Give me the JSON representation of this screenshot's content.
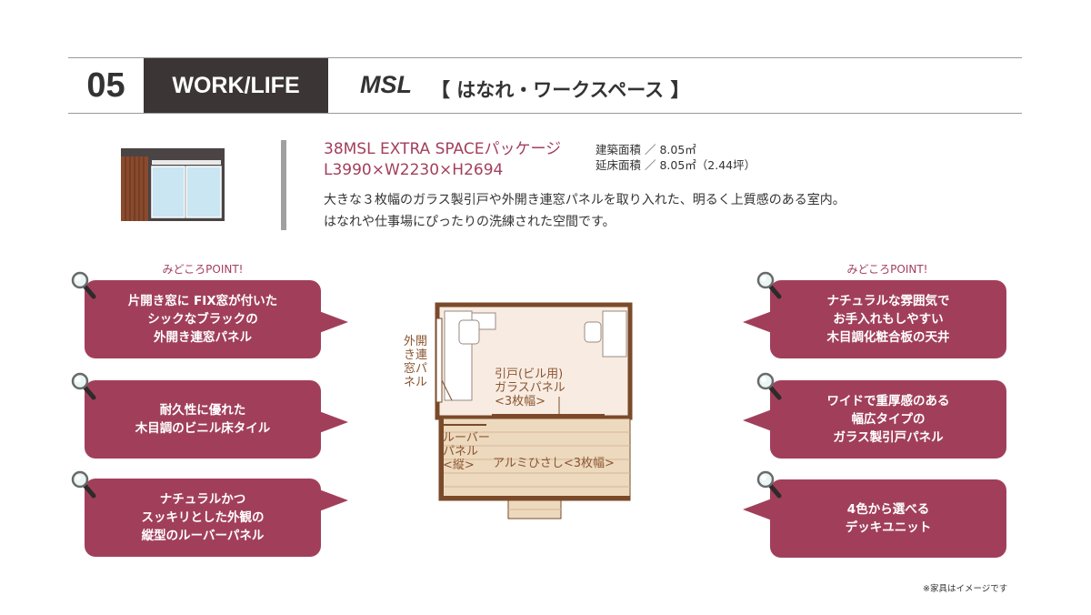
{
  "header": {
    "number": "05",
    "category": "WORK/LIFE",
    "model": "MSL",
    "subtitle": "【 はなれ・ワークスペース 】"
  },
  "package": {
    "name": "38MSL EXTRA SPACEパッケージ",
    "dimensions": "L3990×W2230×H2694",
    "building_area": "建築面積 ／ 8.05㎡",
    "floor_area": "延床面積 ／ 8.05㎡（2.44坪）"
  },
  "description": {
    "line1": "大きな３枚幅のガラス製引戸や外開き連窓パネルを取り入れた、明るく上質感のある室内。",
    "line2": "はなれや仕事場にぴったりの洗練された空間です。"
  },
  "left_points": {
    "title": "みどころPOINT!",
    "items": [
      {
        "l1": "片開き窓に FIX窓が付いた",
        "l2": "シックなブラックの",
        "l3": "外開き連窓パネル"
      },
      {
        "l1": "耐久性に優れた",
        "l2": "木目調のビニル床タイル",
        "l3": ""
      },
      {
        "l1": "ナチュラルかつ",
        "l2": "スッキリとした外観の",
        "l3": "縦型のルーバーパネル"
      }
    ]
  },
  "right_points": {
    "title": "みどころPOINT!",
    "items": [
      {
        "l1": "ナチュラルな雰囲気で",
        "l2": "お手入れもしやすい",
        "l3": "木目調化粧合板の天井"
      },
      {
        "l1": "ワイドで重厚感のある",
        "l2": "幅広タイプの",
        "l3": "ガラス製引戸パネル"
      },
      {
        "l1": "4色から選べる",
        "l2": "デッキユニット",
        "l3": ""
      }
    ]
  },
  "plan": {
    "window_panel": "外開き連窓パネル",
    "door_l1": "引戸(ビル用)",
    "door_l2": "ガラスパネル",
    "door_l3": "<3枚幅>",
    "louver_l1": "ルーバー",
    "louver_l2": "パネル",
    "louver_l3": "<縦>",
    "eave": "アルミひさし<3枚幅>"
  },
  "note": "※家具はイメージです",
  "colors": {
    "accent": "#a13f5b",
    "dark": "#3b3536",
    "wood": "#8a5530"
  }
}
